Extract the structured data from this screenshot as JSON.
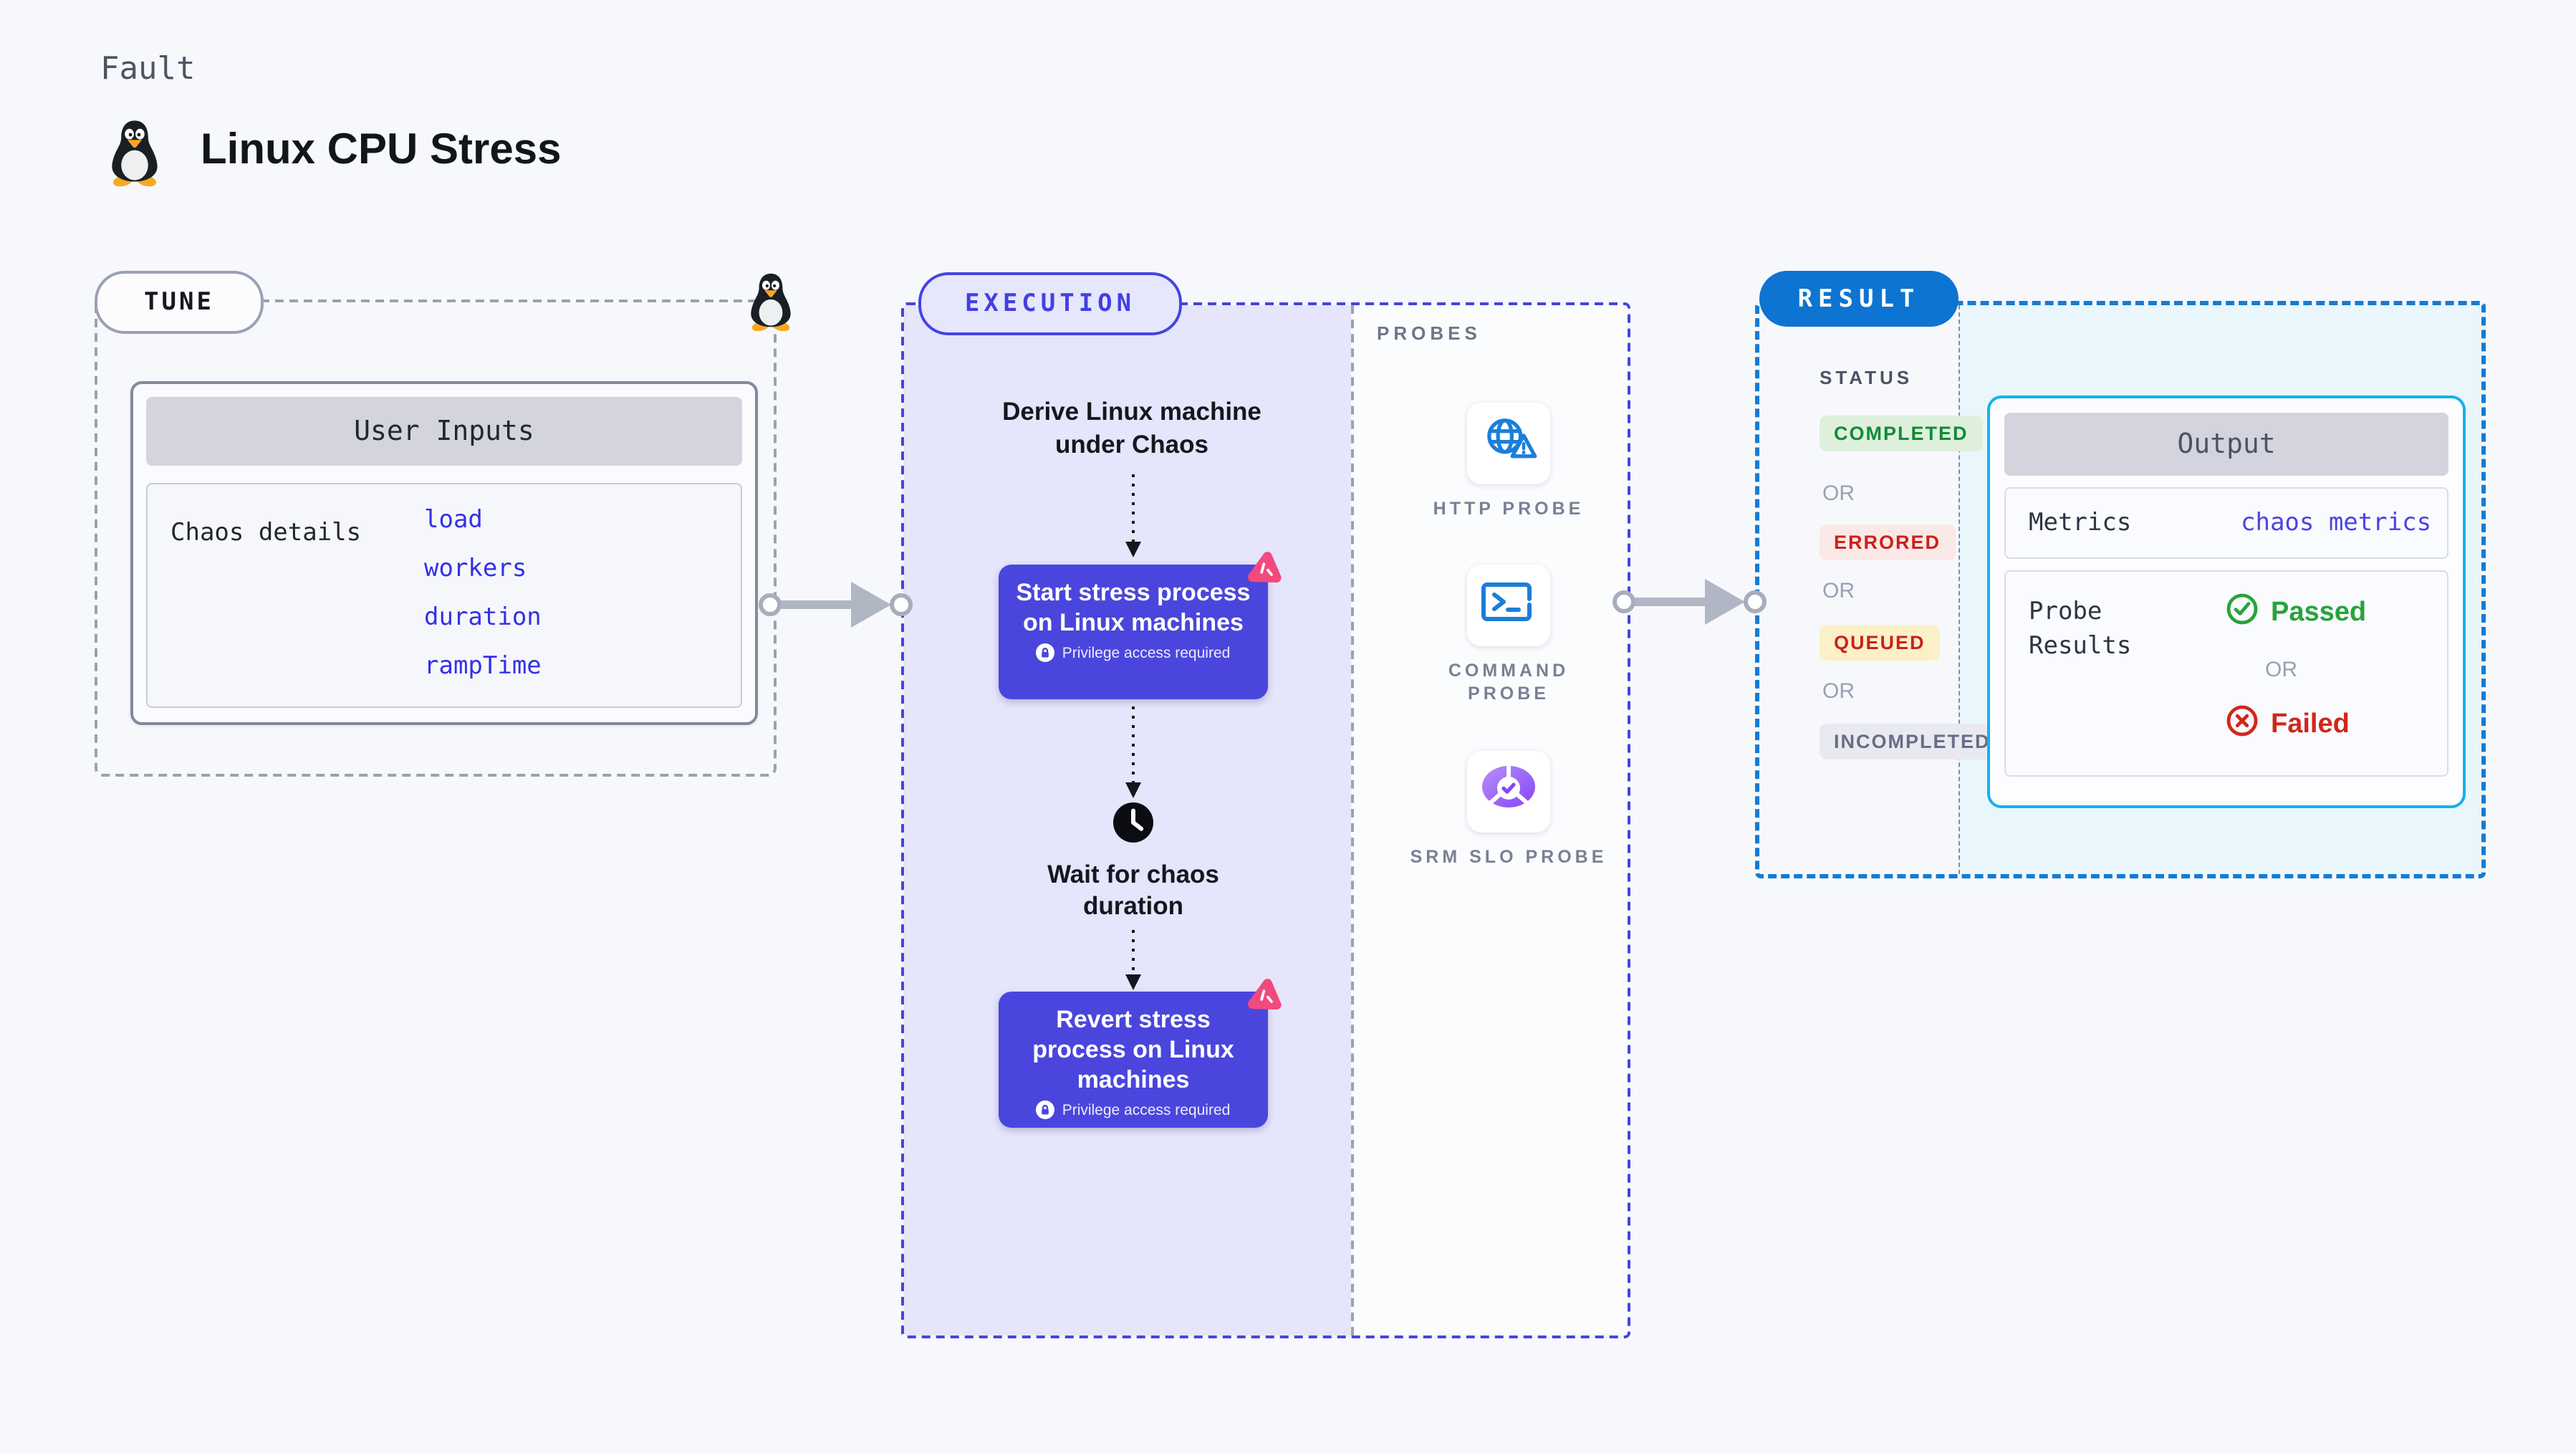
{
  "header": {
    "kicker": "Fault",
    "title": "Linux CPU Stress"
  },
  "tune": {
    "label": "TUNE",
    "user_inputs_header": "User Inputs",
    "row_label": "Chaos details",
    "inputs": [
      "load",
      "workers",
      "duration",
      "rampTime"
    ]
  },
  "execution": {
    "label": "EXECUTION",
    "derive_title": "Derive Linux machine under Chaos",
    "start_title": "Start stress process on Linux machines",
    "start_badge": "Privilege access required",
    "wait_title": "Wait for chaos duration",
    "revert_title": "Revert stress process on Linux machines",
    "revert_badge": "Privilege access required"
  },
  "probes": {
    "label": "PROBES",
    "items": [
      {
        "label": "HTTP PROBE",
        "icon": "globe-alert-icon"
      },
      {
        "label": "COMMAND PROBE",
        "icon": "terminal-icon"
      },
      {
        "label": "SRM SLO PROBE",
        "icon": "slo-donut-icon"
      }
    ]
  },
  "result": {
    "label": "RESULT",
    "status_heading": "STATUS",
    "or": "OR",
    "statuses": [
      {
        "label": "COMPLETED",
        "state": "completed"
      },
      {
        "label": "ERRORED",
        "state": "errored"
      },
      {
        "label": "QUEUED",
        "state": "queued"
      },
      {
        "label": "INCOMPLETED",
        "state": "incompleted"
      }
    ],
    "output": {
      "header": "Output",
      "metrics_label": "Metrics",
      "metrics_value": "chaos metrics",
      "probe_results_label": "Probe Results",
      "passed": "Passed",
      "or": "OR",
      "failed": "Failed"
    }
  },
  "colors": {
    "page_bg": "#f7f8fb",
    "lavender": "#e5e5fb",
    "indigo": "#4a46dd",
    "indigo_border": "#4245e0",
    "result_blue": "#0d74d1",
    "result_dash": "#127cd6",
    "cyan_border": "#16b1e8",
    "cyan_bg": "#e9f6fc",
    "link_blue": "#3231e8",
    "metrics_link": "#4a43e4",
    "green": "#118a38",
    "passed_green": "#27a33b",
    "red": "#cb221a",
    "failed_red": "#d2261b",
    "pink_logo": "#f2497e",
    "probe_icon_blue": "#1b7fd8"
  }
}
